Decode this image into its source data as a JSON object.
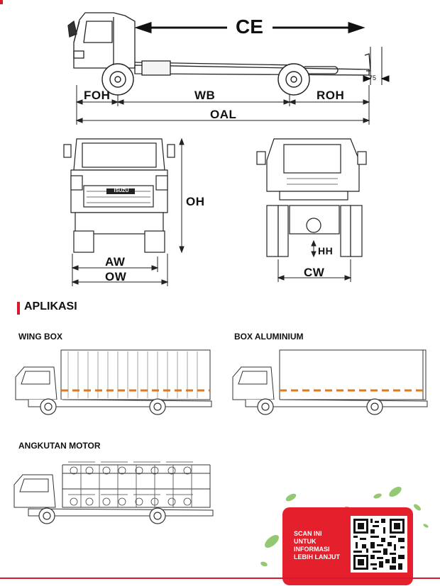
{
  "dimensions": {
    "ce": "CE",
    "foh": "FOH",
    "wb": "WB",
    "roh": "ROH",
    "oal": "OAL",
    "oh": "OH",
    "aw": "AW",
    "ow": "OW",
    "hh": "HH",
    "cw": "CW",
    "small_value": "75"
  },
  "section": {
    "title": "APLIKASI"
  },
  "applications": [
    {
      "label": "WING BOX"
    },
    {
      "label": "BOX ALUMINIUM"
    },
    {
      "label": "ANGKUTAN MOTOR"
    }
  ],
  "qr": {
    "text_lines": [
      "SCAN INI",
      "UNTUK",
      "INFORMASI",
      "LEBIH LANJUT"
    ]
  },
  "colors": {
    "accent": "#d7192d",
    "stripe": "#e07a1f"
  },
  "truck_badge": "ISUZU"
}
